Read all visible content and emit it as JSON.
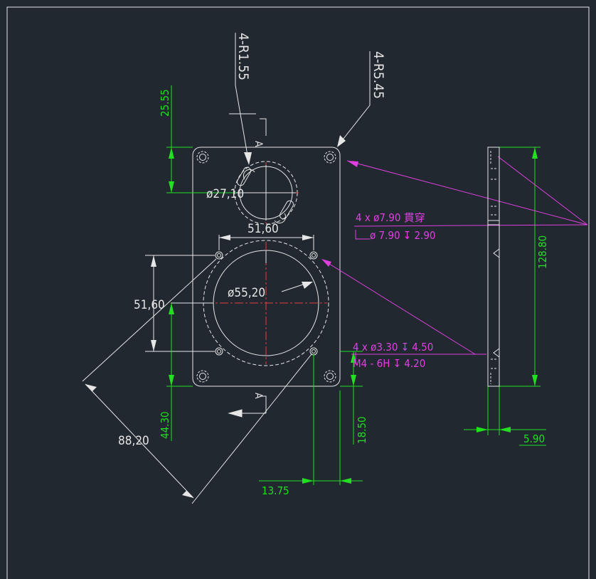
{
  "colors": {
    "background": "#212830",
    "geometry": "#e6e6e6",
    "dimension": "#20e020",
    "annotation": "#e040e0",
    "centerline": "#e04040"
  },
  "labels": {
    "fillet_small": "4-R1.55",
    "fillet_large": "4-R5.45",
    "bore_small": "ø27,10",
    "hole_spacing_horizontal": "51,60",
    "bore_large": "ø55,20",
    "hole_spacing_vertical": "51,60",
    "hole_spacing_diagonal": "88,20",
    "section_mark_top": "A",
    "section_mark_bottom": "A"
  },
  "dimensions": {
    "top_offset": "25.55",
    "bottom_offset": "44.30",
    "hole_edge_offset": "18.50",
    "hole_x_offset": "13.75",
    "total_height": "128.80",
    "plate_thickness": "5.90"
  },
  "callouts": {
    "through_holes_line1": "4 x ø7.90 貫穿",
    "through_holes_line2": "ø 7.90 ↧ 2.90",
    "threaded_holes_line1": "4 x ø3.30 ↧ 4.50",
    "threaded_holes_line2": "M4 - 6H ↧ 4.20"
  }
}
